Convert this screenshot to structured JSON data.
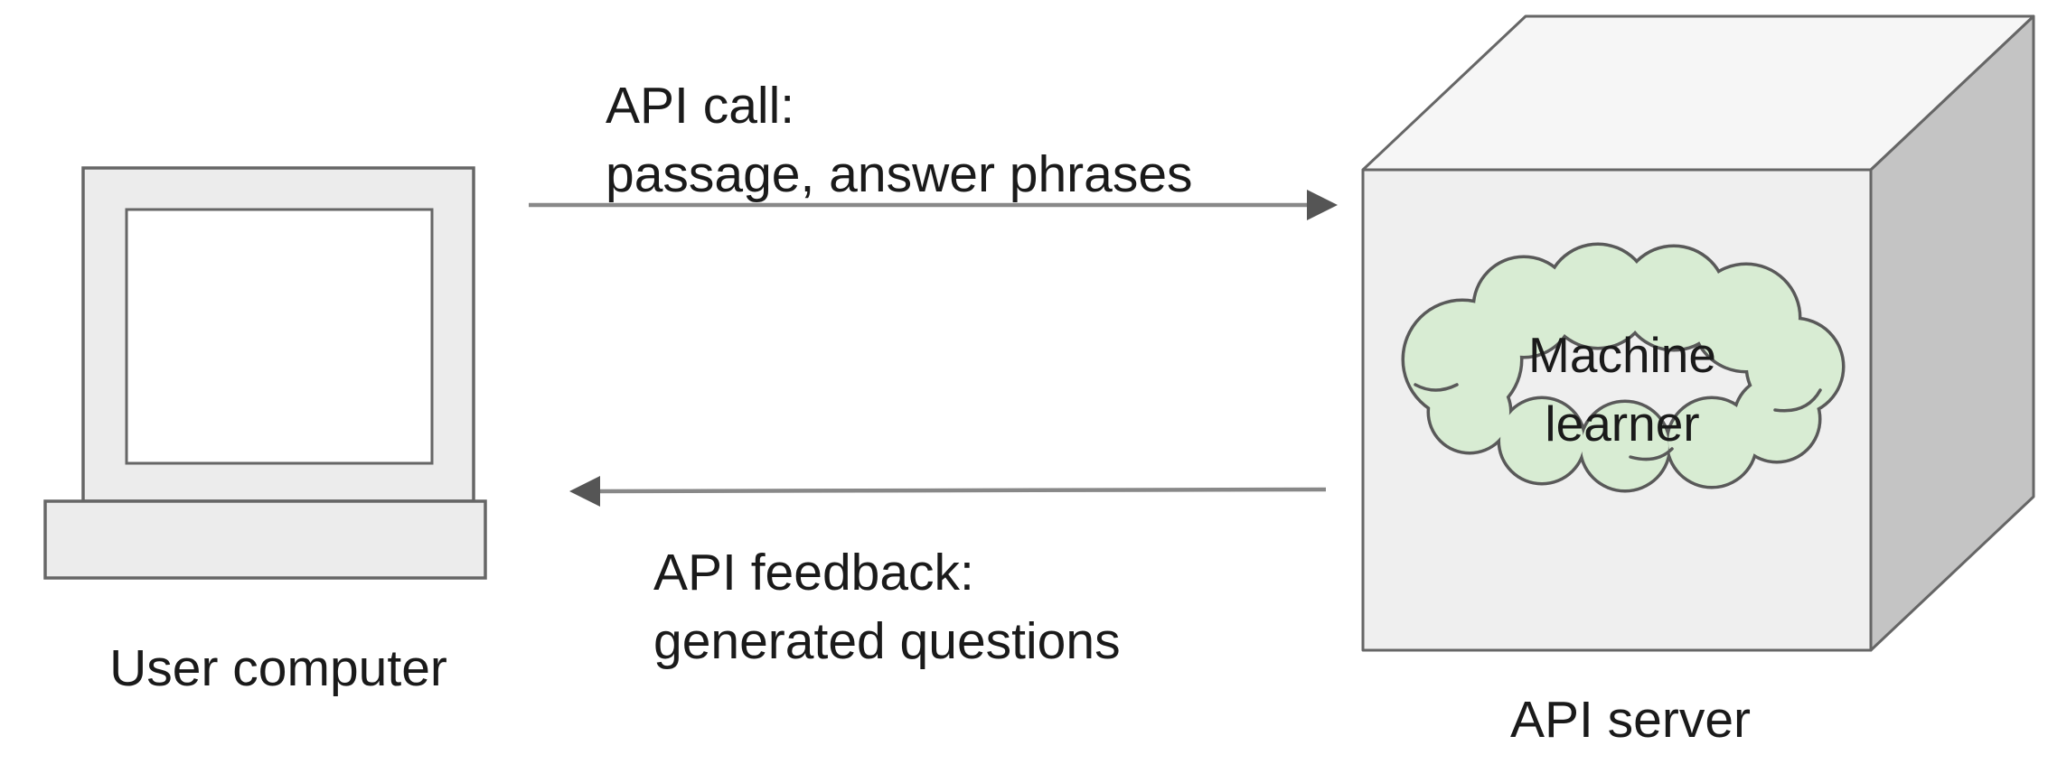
{
  "diagram_title": "User computer to API server question-generation flow",
  "computer": {
    "label": "User computer"
  },
  "server": {
    "label": "API server",
    "cloud": {
      "line1": "Machine",
      "line2": "learner"
    }
  },
  "api_call_arrow": {
    "direction": "left-to-right",
    "label_line1": "API call:",
    "label_line2": "passage, answer phrases"
  },
  "api_feedback_arrow": {
    "direction": "right-to-left",
    "label_line1": "API feedback:",
    "label_line2": "generated questions"
  },
  "colors": {
    "text": "#1a1a1a",
    "monitor_fill": "#ececec",
    "screen_fill": "#ffffff",
    "cube_front": "#efefef",
    "cube_top": "#f6f6f6",
    "cube_side": "#c4c4c4",
    "cloud_fill": "#d8ecd3",
    "cloud_stroke": "#595959",
    "shape_stroke": "#666666",
    "arrow_line": "#888888",
    "arrow_head": "#555555"
  }
}
